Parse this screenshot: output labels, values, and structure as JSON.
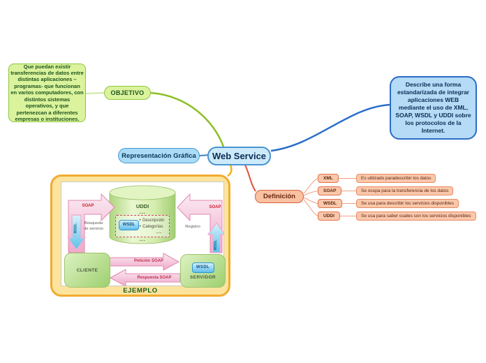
{
  "center": {
    "label": "Web Service"
  },
  "objetivo": {
    "label": "OBJETIVO",
    "note": "Que puedan existir transferencias de datos entre distintas aplicaciones – programas- que funcionan en varios computadores, con distintos sistemas operativos, y que pertenezcan a diferentes empresas o instituciones."
  },
  "representacion": {
    "label": "Representación Gráfica"
  },
  "descripcion": {
    "text": "Describe una forma estandarizada de integrar aplicaciones WEB mediante el uso de XML, SOAP, WSDL y UDDI sobre los protocolos de la Internet."
  },
  "definicion": {
    "label": "Definición",
    "items": [
      {
        "term": "XML",
        "desc": "Es utilizado paradescribir los datos"
      },
      {
        "term": "SOAP",
        "desc": "Se ocupa para la transferencia de los datos"
      },
      {
        "term": "WSDL",
        "desc": "Se usa para describir los servicios disponibles"
      },
      {
        "term": "UDDI",
        "desc": "Se usa para saber cuales son los servicios disponibles"
      }
    ]
  },
  "ejemplo": {
    "label": "EJEMPLO",
    "diagram": {
      "uddi": "UDDI",
      "ellipsis": "...",
      "wsdl": "WSDL",
      "descripcion": "+ Descripción",
      "categorias": "+ Categorías",
      "soap": "SOAP",
      "busqueda": "Búsqueda de servicio",
      "registro": "Registro",
      "cliente": "CLIENTE",
      "servidor": "SERVIDOR",
      "peticion": "Petición SOAP",
      "respuesta": "Respuesta SOAP"
    }
  },
  "branch_colors": {
    "objetivo_green": "#8cbf26",
    "descripcion_blue": "#2b6fc8",
    "definicion_orange": "#e05038",
    "ejemplo_yellow": "#f2b118",
    "definicion_links": "#f0a080"
  }
}
